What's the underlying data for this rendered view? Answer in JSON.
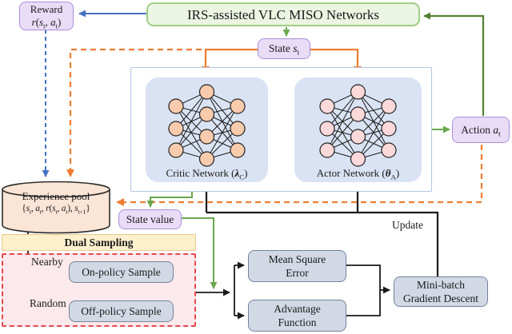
{
  "title": "IRS-assisted VLC MISO Networks",
  "boxes": {
    "reward": {
      "line1": "Reward",
      "line2": "r(s_t, a_t)"
    },
    "state": {
      "label": "State s_t"
    },
    "critic": {
      "label": "Critic Network (λ_C)"
    },
    "actor": {
      "label": "Actor Network (θ_A)"
    },
    "action": {
      "label": "Action a_t"
    },
    "pool": {
      "line1": "Experience pool",
      "line2": "{s_t, a_t, r(s_t, a_t), s_{t+1}}"
    },
    "state_value": {
      "label": "State value"
    },
    "dual_sampling": {
      "header": "Dual Sampling",
      "nearby": "Nearby",
      "random": "Random",
      "on_policy": "On-policy Sample",
      "off_policy": "Off-policy Sample"
    },
    "mse": {
      "line1": "Mean Square",
      "line2": "Error"
    },
    "advantage": {
      "line1": "Advantage",
      "line2": "Function"
    },
    "minibatch": {
      "line1": "Mini-batch",
      "line2": "Gradient Descent"
    },
    "update_label": "Update"
  },
  "network": {
    "layers": [
      3,
      4,
      3
    ],
    "critic_node_color": "#f8cbad",
    "actor_node_color": "#fbd9da"
  },
  "colors": {
    "main_box_fill": "#ebf5e2",
    "main_box_border": "#9fce84",
    "purple_fill": "#e9dcf7",
    "purple_border": "#a98ed6",
    "nn_box_fill": "#dae3f3",
    "outer_border": "#b4c7e7",
    "pool_fill": "#fbe5d6",
    "gray_fill": "#d2d9e5",
    "gray_border": "#71839b",
    "header_fill": "#fdf0cd",
    "pink_fill": "#fce9ec",
    "pink_border": "#e5484d",
    "arrow_blue": "#4472c4",
    "arrow_green": "#6aa84f",
    "arrow_dark_green": "#538135",
    "arrow_orange": "#ed7d31",
    "arrow_black": "#1a1a1a"
  }
}
